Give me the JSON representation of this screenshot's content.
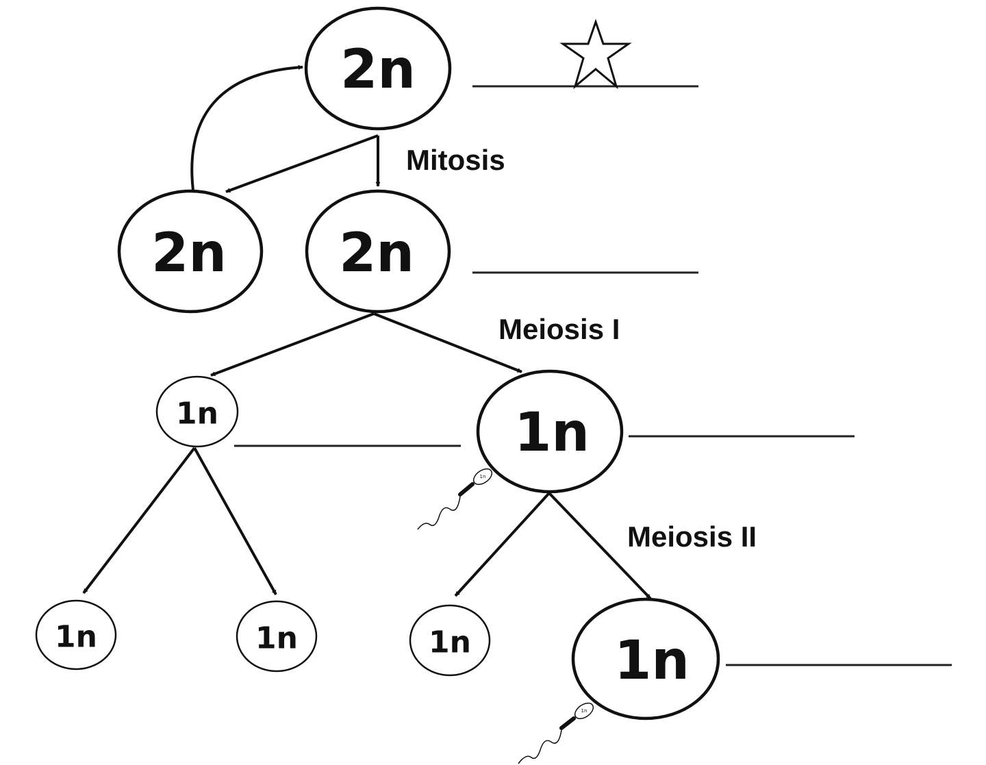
{
  "cells": {
    "top": "2n",
    "mitosis_left": "2n",
    "mitosis_right": "2n",
    "meiosis1_small": "1n",
    "meiosis1_large": "1n",
    "bottom_1": "1n",
    "bottom_2": "1n",
    "bottom_3": "1n",
    "bottom_large": "1n"
  },
  "labels": {
    "mitosis": "Mitosis",
    "meiosis_1": "Meiosis I",
    "meiosis_2": "Meiosis II"
  },
  "sperm": {
    "label": "1n"
  },
  "marker": {
    "icon": "star-icon"
  },
  "colors": {
    "ink": "#111111",
    "background": "#ffffff"
  }
}
